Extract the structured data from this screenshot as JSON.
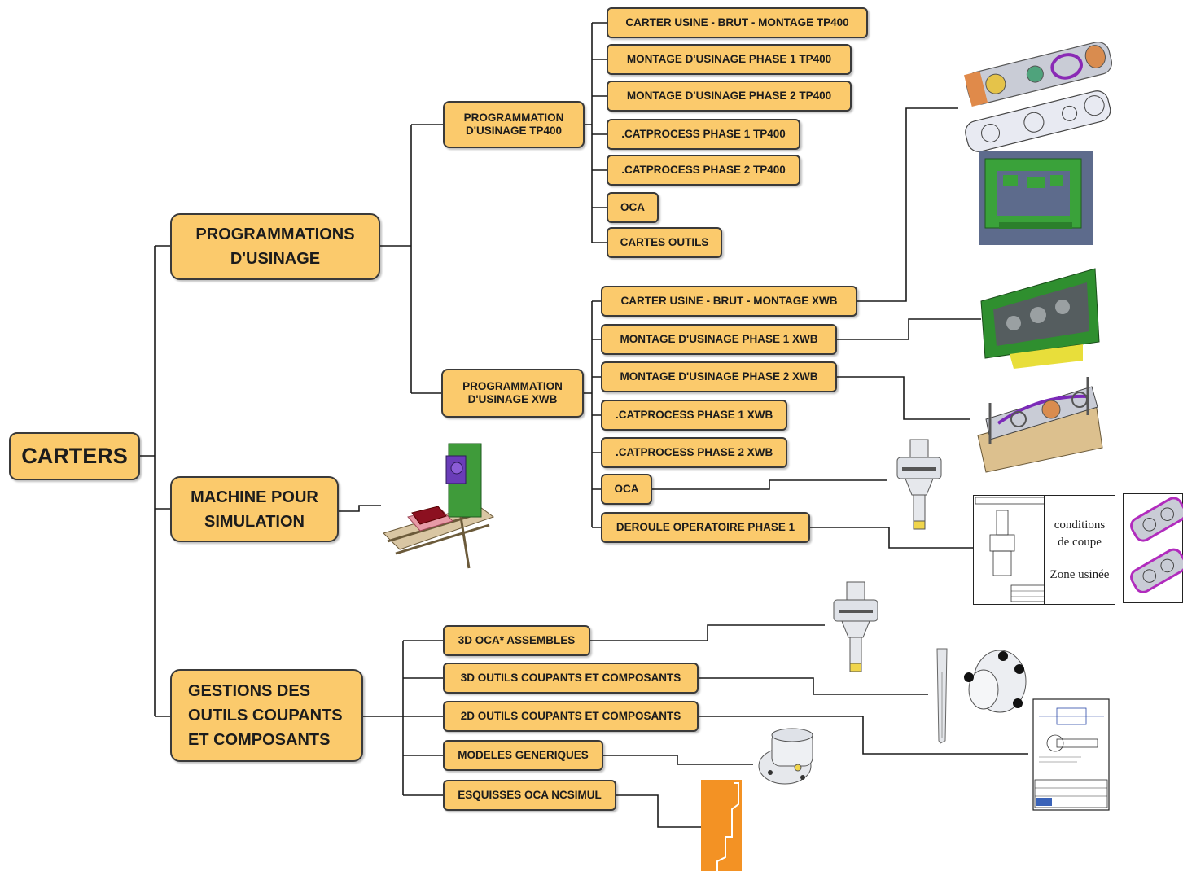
{
  "root": {
    "label": "CARTERS"
  },
  "branches": {
    "programmations": {
      "label": "PROGRAMMATIONS\nD'USINAGE"
    },
    "machine": {
      "label": "MACHINE POUR\nSIMULATION"
    },
    "gestions": {
      "label": "GESTIONS DES\nOUTILS COUPANTS\nET COMPOSANTS"
    }
  },
  "programmation_tp400": {
    "label": "PROGRAMMATION\nD'USINAGE TP400",
    "items": [
      "CARTER USINE - BRUT - MONTAGE TP400",
      "MONTAGE D'USINAGE PHASE 1 TP400",
      "MONTAGE D'USINAGE PHASE 2 TP400",
      ".CATPROCESS PHASE 1 TP400",
      ".CATPROCESS PHASE 2 TP400",
      "OCA",
      "CARTES OUTILS"
    ]
  },
  "programmation_xwb": {
    "label": "PROGRAMMATION\nD'USINAGE XWB",
    "items": [
      "CARTER USINE - BRUT - MONTAGE XWB",
      "MONTAGE D'USINAGE PHASE 1 XWB",
      "MONTAGE D'USINAGE PHASE 2 XWB",
      ".CATPROCESS PHASE 1 XWB",
      ".CATPROCESS PHASE 2 XWB",
      "OCA",
      "DEROULE OPERATOIRE PHASE 1"
    ]
  },
  "gestion_items": [
    "3D OCA* ASSEMBLES",
    "3D OUTILS COUPANTS ET COMPOSANTS",
    "2D OUTILS COUPANTS ET COMPOSANTS",
    "MODELES GENERIQUES",
    "ESQUISSES OCA NCSIMUL"
  ],
  "document_thumbnail": {
    "line1": "conditions",
    "line2": "de coupe",
    "line3": "Zone usinée"
  },
  "icons": [
    "carter-3d-image",
    "fixture-green-image",
    "fixture-xwb-image",
    "assembly-phase2-image",
    "tool-holder-image",
    "drawing-sheet-image",
    "machine-sim-image",
    "drill-image",
    "coupling-image",
    "tool-drawing-image",
    "generic-tool-image",
    "sketch-ncsimul-image"
  ],
  "colors": {
    "node_fill": "#fbca6c",
    "node_border": "#3a3a3a",
    "line": "#1a1a1a"
  }
}
